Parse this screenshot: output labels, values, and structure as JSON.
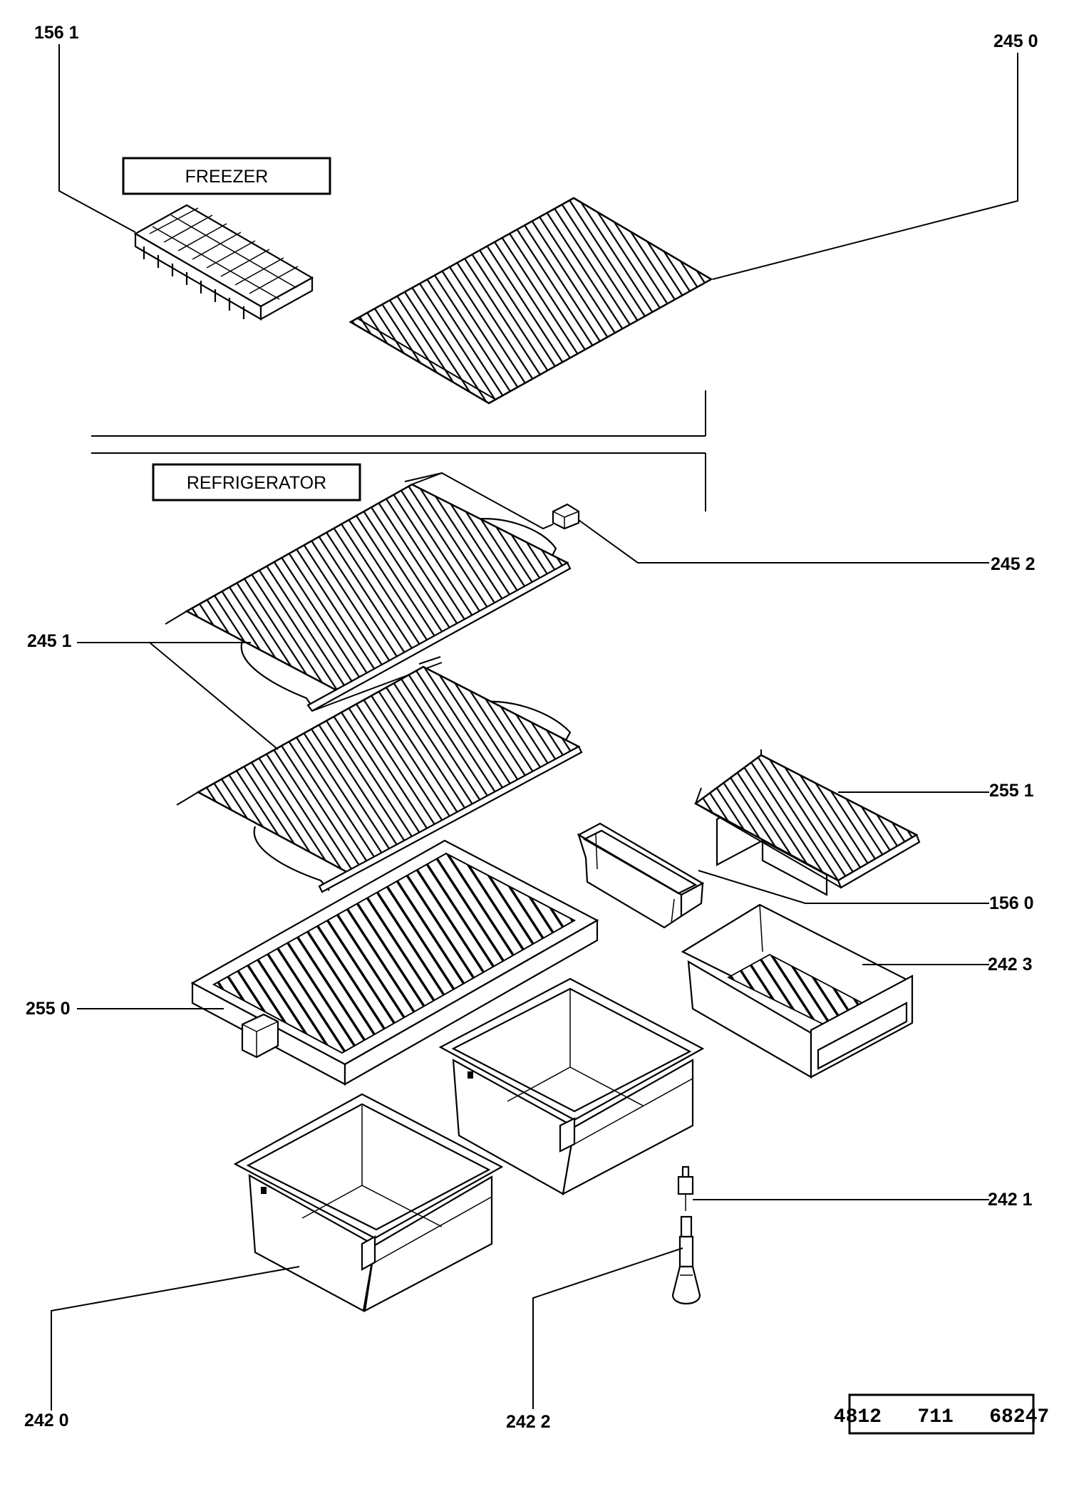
{
  "sections": {
    "freezer": "FREEZER",
    "refrigerator": "REFRIGERATOR"
  },
  "labels": {
    "p1561": "156 1",
    "p2450": "245 0",
    "p2452": "245 2",
    "p2451": "245 1",
    "p2551": "255 1",
    "p1560": "156  0",
    "p2423": "242 3",
    "p2550": "255 0",
    "p2421": "242 1",
    "p2420": "242 0",
    "p2422": "242  2"
  },
  "doc_number": "4812   711   68247"
}
